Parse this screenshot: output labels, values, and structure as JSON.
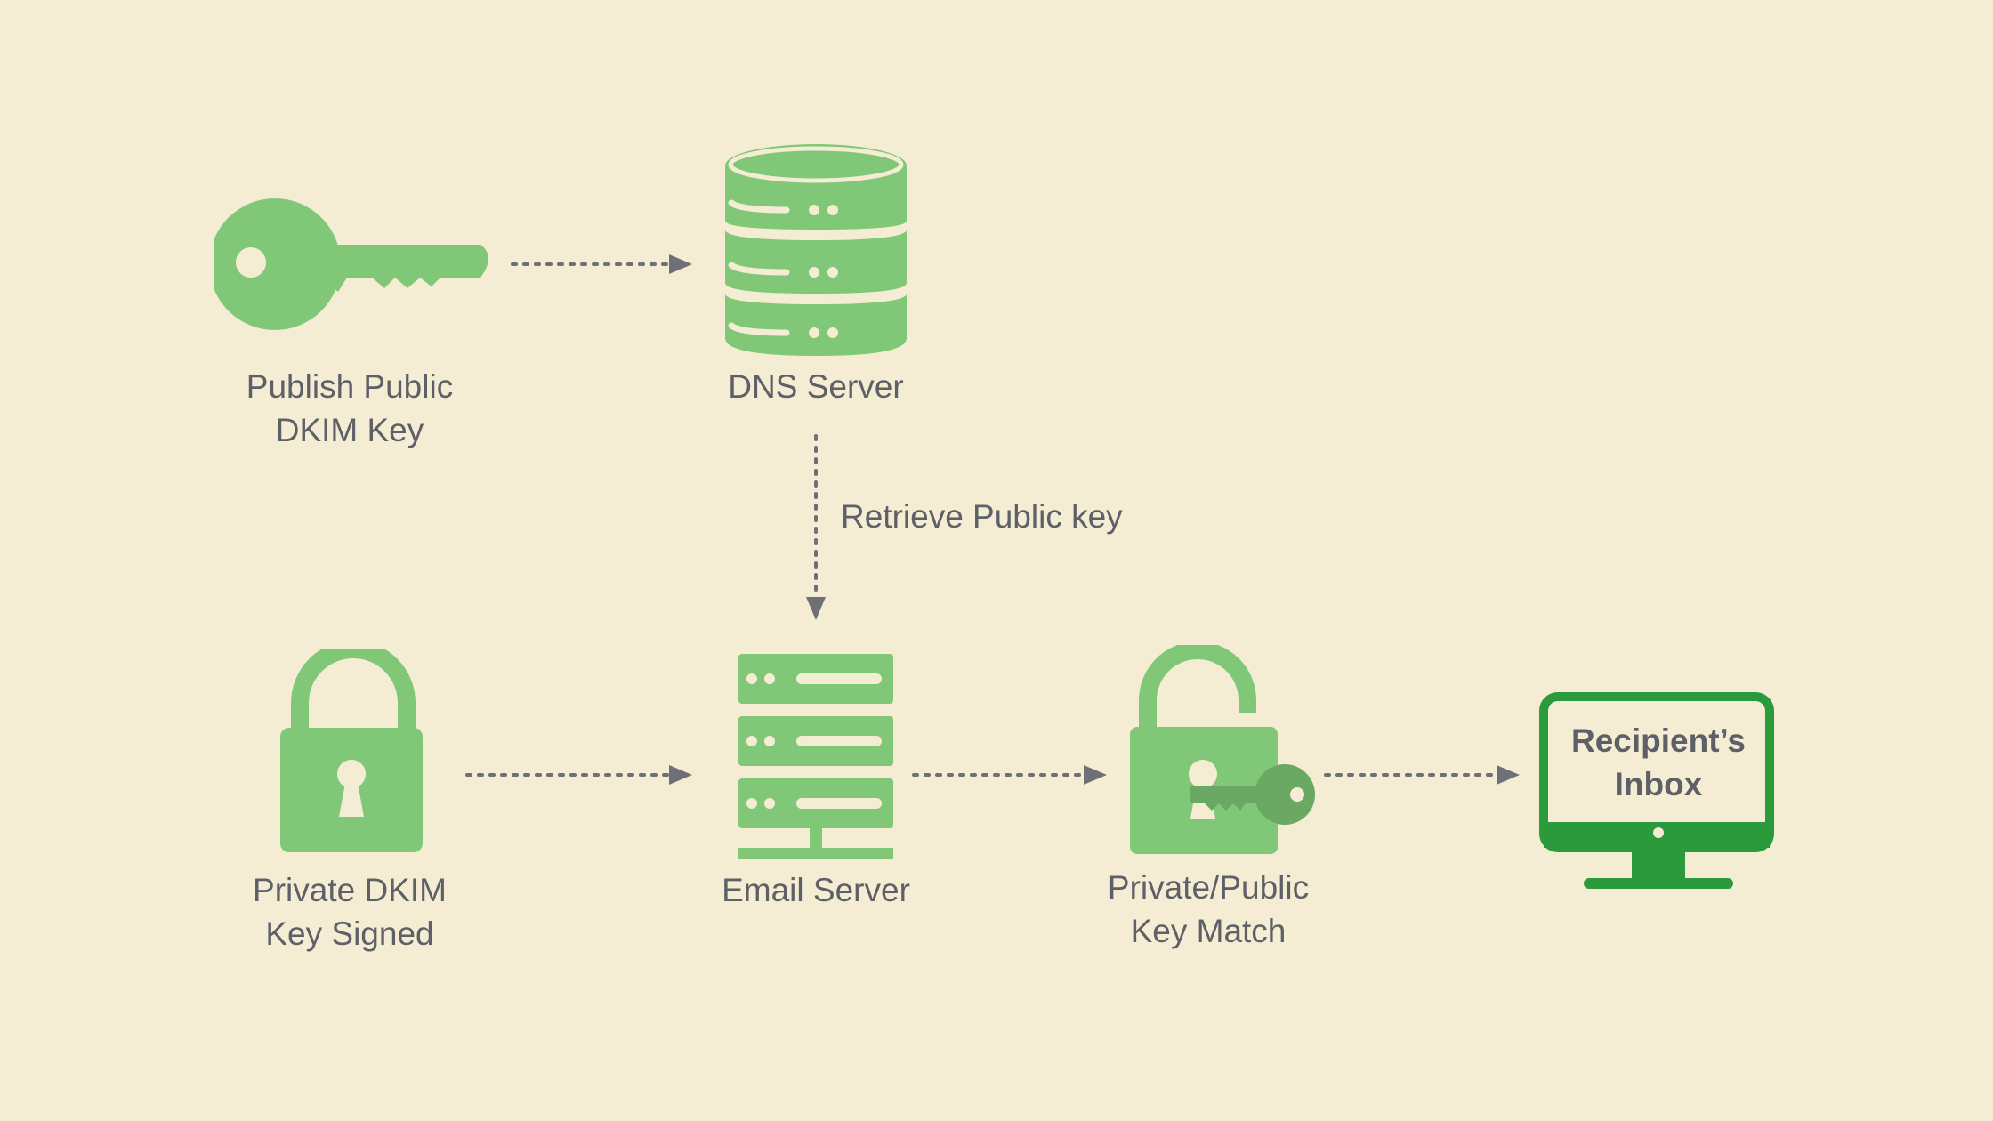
{
  "colors": {
    "background": "#f5edd3",
    "icon_green": "#80c878",
    "dark_green": "#2a9a3c",
    "key_dark_green": "#6aa863",
    "arrow_gray": "#6f6f77",
    "text_gray": "#5e6068"
  },
  "nodes": {
    "public_key": {
      "label": "Publish Public\nDKIM Key",
      "icon": "key-icon"
    },
    "dns_server": {
      "label": "DNS Server",
      "icon": "database-icon"
    },
    "private_key": {
      "label": "Private DKIM\nKey Signed",
      "icon": "padlock-closed-icon"
    },
    "email_server": {
      "label": "Email Server",
      "icon": "server-rack-icon"
    },
    "key_match": {
      "label": "Private/Public\nKey Match",
      "icon": "padlock-open-icon"
    },
    "inbox": {
      "label": "Recipient’s\nInbox",
      "icon": "monitor-icon"
    }
  },
  "edges": {
    "retrieve_label": "Retrieve Public key"
  }
}
